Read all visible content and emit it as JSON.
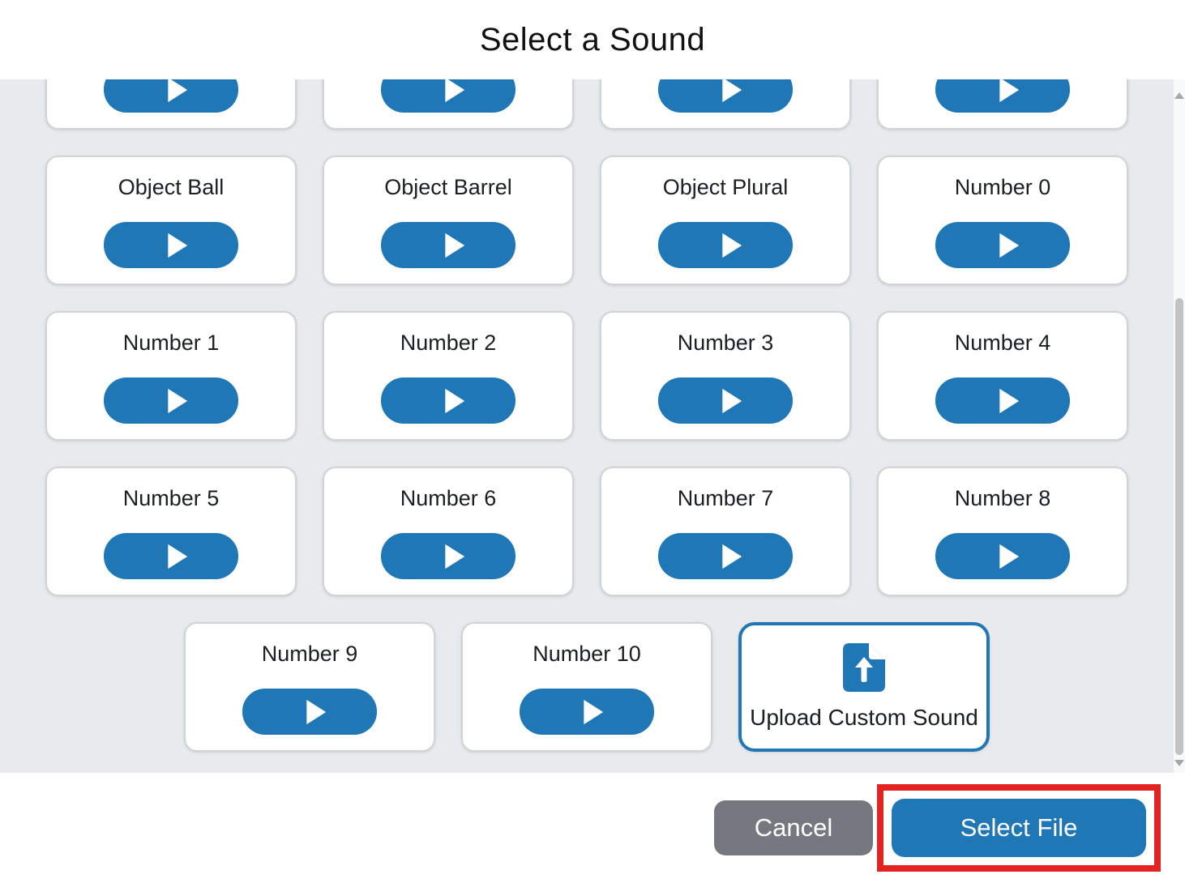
{
  "dialog": {
    "title": "Select a Sound"
  },
  "grid": {
    "partial_cards_count": 4,
    "cards": [
      "Object Ball",
      "Object Barrel",
      "Object Plural",
      "Number 0",
      "Number 1",
      "Number 2",
      "Number 3",
      "Number 4",
      "Number 5",
      "Number 6",
      "Number 7",
      "Number 8"
    ],
    "last_row_cards": [
      "Number 9",
      "Number 10"
    ],
    "upload_card": {
      "label": "Upload Custom Sound",
      "icon": "file-upload-icon"
    },
    "play_icon": "play-icon"
  },
  "footer": {
    "cancel_label": "Cancel",
    "select_file_label": "Select File"
  },
  "colors": {
    "accent_blue": "#2077b5",
    "background_gray": "#e8eaed",
    "cancel_gray": "#75787e",
    "highlight_red": "#e32222",
    "card_border": "#d2d3d6"
  }
}
